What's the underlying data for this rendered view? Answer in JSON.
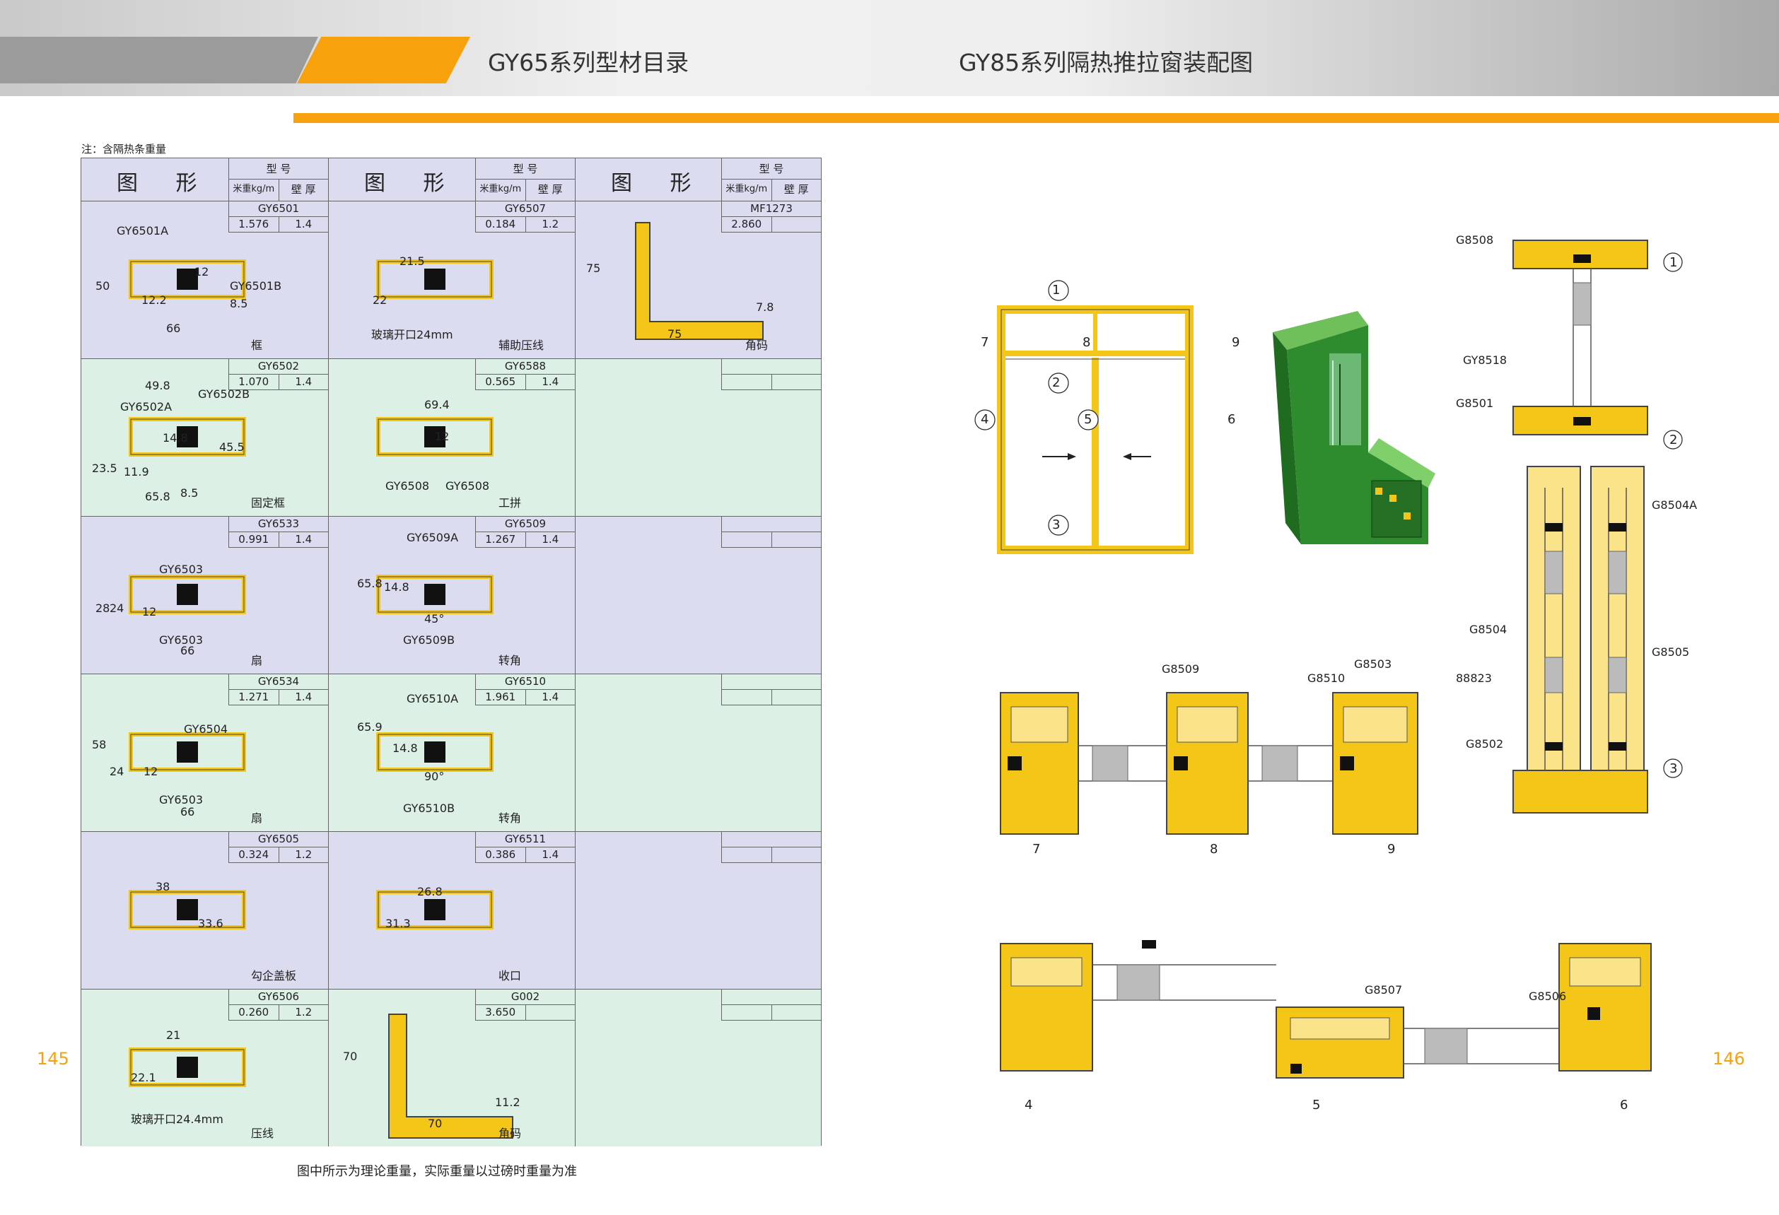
{
  "header": {
    "left_title": "GY65系列型材目录",
    "right_title": "GY85系列隔热推拉窗装配图"
  },
  "note": "注：含隔热条重量",
  "footnote": "图中所示为理论重量，实际重量以过磅时重量为准",
  "page_left": "145",
  "page_right": "146",
  "table_head": {
    "figure": "图 形",
    "model": "型 号",
    "weight": "米重kg/m",
    "thickness": "壁 厚"
  },
  "cells": [
    {
      "code": "GY6501",
      "weight": "1.576",
      "thick": "1.4",
      "caption": "框",
      "labels": [
        "GY6501A",
        "GY6501B",
        "50",
        "12",
        "12.2",
        "8.5",
        "66"
      ]
    },
    {
      "code": "GY6507",
      "weight": "0.184",
      "thick": "1.2",
      "caption": "辅助压线",
      "labels": [
        "21.5",
        "22",
        "玻璃开口24mm"
      ]
    },
    {
      "code": "MF1273",
      "weight": "2.860",
      "thick": "",
      "caption": "角码",
      "labels": [
        "75",
        "75",
        "7.8"
      ]
    },
    {
      "code": "GY6502",
      "weight": "1.070",
      "thick": "1.4",
      "caption": "固定框",
      "labels": [
        "49.8",
        "GY6502B",
        "GY6502A",
        "14.8",
        "45.5",
        "23.5",
        "11.9",
        "65.8",
        "8.5"
      ]
    },
    {
      "code": "GY6588",
      "weight": "0.565",
      "thick": "1.4",
      "caption": "工拼",
      "labels": [
        "69.4",
        "12",
        "GY6508",
        "GY6508"
      ]
    },
    {
      "code": "",
      "weight": "",
      "thick": "",
      "caption": "",
      "labels": []
    },
    {
      "code": "GY6533",
      "weight": "0.991",
      "thick": "1.4",
      "caption": "扇",
      "labels": [
        "GY6503",
        "28",
        "24",
        "12",
        "GY6503",
        "66"
      ]
    },
    {
      "code": "GY6509",
      "weight": "1.267",
      "thick": "1.4",
      "caption": "转角",
      "labels": [
        "GY6509A",
        "65.8",
        "14.8",
        "45°",
        "GY6509B"
      ]
    },
    {
      "code": "",
      "weight": "",
      "thick": "",
      "caption": "",
      "labels": []
    },
    {
      "code": "GY6534",
      "weight": "1.271",
      "thick": "1.4",
      "caption": "扇",
      "labels": [
        "GY6504",
        "58",
        "24",
        "12",
        "GY6503",
        "66"
      ]
    },
    {
      "code": "GY6510",
      "weight": "1.961",
      "thick": "1.4",
      "caption": "转角",
      "labels": [
        "GY6510A",
        "65.9",
        "14.8",
        "90°",
        "GY6510B"
      ]
    },
    {
      "code": "",
      "weight": "",
      "thick": "",
      "caption": "",
      "labels": []
    },
    {
      "code": "GY6505",
      "weight": "0.324",
      "thick": "1.2",
      "caption": "勾企盖板",
      "labels": [
        "38",
        "33.6"
      ]
    },
    {
      "code": "GY6511",
      "weight": "0.386",
      "thick": "1.4",
      "caption": "收口",
      "labels": [
        "26.8",
        "31.3"
      ]
    },
    {
      "code": "",
      "weight": "",
      "thick": "",
      "caption": "",
      "labels": []
    },
    {
      "code": "GY6506",
      "weight": "0.260",
      "thick": "1.2",
      "caption": "压线",
      "labels": [
        "21",
        "22.1",
        "玻璃开口24.4mm"
      ]
    },
    {
      "code": "G002",
      "weight": "3.650",
      "thick": "",
      "caption": "角码",
      "labels": [
        "70",
        "70",
        "11.2"
      ]
    },
    {
      "code": "",
      "weight": "",
      "thick": "",
      "caption": "",
      "labels": []
    }
  ],
  "assembly": {
    "window_markers": [
      "1",
      "2",
      "3",
      "4",
      "5",
      "6",
      "7",
      "8",
      "9"
    ],
    "vertical_labels": [
      "G8508",
      "GY8518",
      "G8501",
      "G8504A",
      "G8504",
      "88823",
      "G8505",
      "G8502"
    ],
    "vertical_markers": [
      "1",
      "2",
      "3"
    ],
    "top_labels": [
      "G8509",
      "G8503",
      "G8510"
    ],
    "top_markers": [
      "7",
      "8",
      "9"
    ],
    "bottom_labels": [
      "G8507",
      "G8506"
    ],
    "bottom_markers": [
      "4",
      "5",
      "6"
    ]
  },
  "colors": {
    "orange": "#f7a10d",
    "lavender": "#dcdcf0",
    "mint": "#dcf0e6",
    "profile": "#f3c618",
    "green": "#2e8b2e"
  }
}
